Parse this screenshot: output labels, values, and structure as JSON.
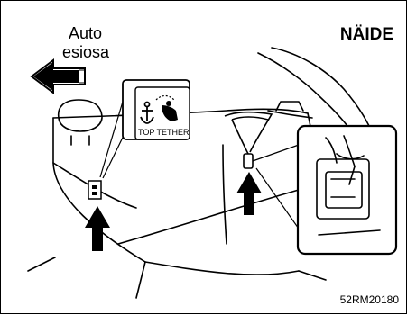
{
  "labels": {
    "direction_word1": "Auto",
    "direction_word2": "esiosa",
    "title": "NÄIDE",
    "code": "52RM20180",
    "badge_text": "TOP TETHER"
  },
  "icons": [
    "left-arrow-icon",
    "up-arrow-icon",
    "anchor-icon",
    "child-seat-icon"
  ]
}
